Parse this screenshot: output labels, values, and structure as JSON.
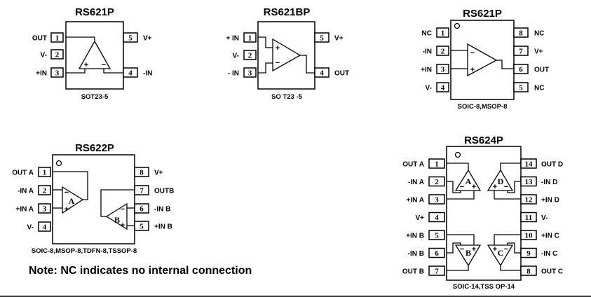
{
  "packages": {
    "rs621p_sot": {
      "title": "RS621P",
      "package": "SOT23-5",
      "pins": [
        {
          "num": "1",
          "label": "OUT"
        },
        {
          "num": "2",
          "label": "V-"
        },
        {
          "num": "3",
          "label": "+IN"
        },
        {
          "num": "4",
          "label": "-IN"
        },
        {
          "num": "5",
          "label": "V+"
        }
      ]
    },
    "rs621bp": {
      "title": "RS621BP",
      "package": "SO T23 -5",
      "pins": [
        {
          "num": "1",
          "label": "+ IN"
        },
        {
          "num": "2",
          "label": "V-"
        },
        {
          "num": "3",
          "label": "- IN"
        },
        {
          "num": "4",
          "label": "OUT"
        },
        {
          "num": "5",
          "label": "V+"
        }
      ]
    },
    "rs621p_soic": {
      "title": "RS621P",
      "package": "SOIC-8,MSOP-8",
      "pins": [
        {
          "num": "1",
          "label": "NC"
        },
        {
          "num": "2",
          "label": "-IN"
        },
        {
          "num": "3",
          "label": "+IN"
        },
        {
          "num": "4",
          "label": "V-"
        },
        {
          "num": "5",
          "label": "NC"
        },
        {
          "num": "6",
          "label": "OUT"
        },
        {
          "num": "7",
          "label": "V+"
        },
        {
          "num": "8",
          "label": "NC"
        }
      ]
    },
    "rs622p": {
      "title": "RS622P",
      "package": "SOIC-8,MSOP-8,TDFN-8,TSSOP-8",
      "amps": [
        "A",
        "B"
      ],
      "pins": [
        {
          "num": "1",
          "label": "OUT A"
        },
        {
          "num": "2",
          "label": "-IN A"
        },
        {
          "num": "3",
          "label": "+IN A"
        },
        {
          "num": "4",
          "label": "V-"
        },
        {
          "num": "5",
          "label": "+IN B"
        },
        {
          "num": "6",
          "label": "-IN B"
        },
        {
          "num": "7",
          "label": "OUTB"
        },
        {
          "num": "8",
          "label": "V+"
        }
      ]
    },
    "rs624p": {
      "title": "RS624P",
      "package": "SOIC-14,TSS OP-14",
      "amps": [
        "A",
        "B",
        "C",
        "D"
      ],
      "pins": [
        {
          "num": "1",
          "label": "OUT A"
        },
        {
          "num": "2",
          "label": "-IN A"
        },
        {
          "num": "3",
          "label": "+IN A"
        },
        {
          "num": "4",
          "label": "V+"
        },
        {
          "num": "5",
          "label": "+IN B"
        },
        {
          "num": "6",
          "label": "-IN B"
        },
        {
          "num": "7",
          "label": "OUT B"
        },
        {
          "num": "8",
          "label": "OUT C"
        },
        {
          "num": "9",
          "label": "-IN C"
        },
        {
          "num": "10",
          "label": "+IN C"
        },
        {
          "num": "11",
          "label": "V-"
        },
        {
          "num": "12",
          "label": "+IN D"
        },
        {
          "num": "13",
          "label": "-IN D"
        },
        {
          "num": "14",
          "label": "OUT D"
        }
      ]
    }
  },
  "signs": {
    "plus": "+",
    "minus": "−"
  },
  "note": "Note: NC indicates no internal connection"
}
